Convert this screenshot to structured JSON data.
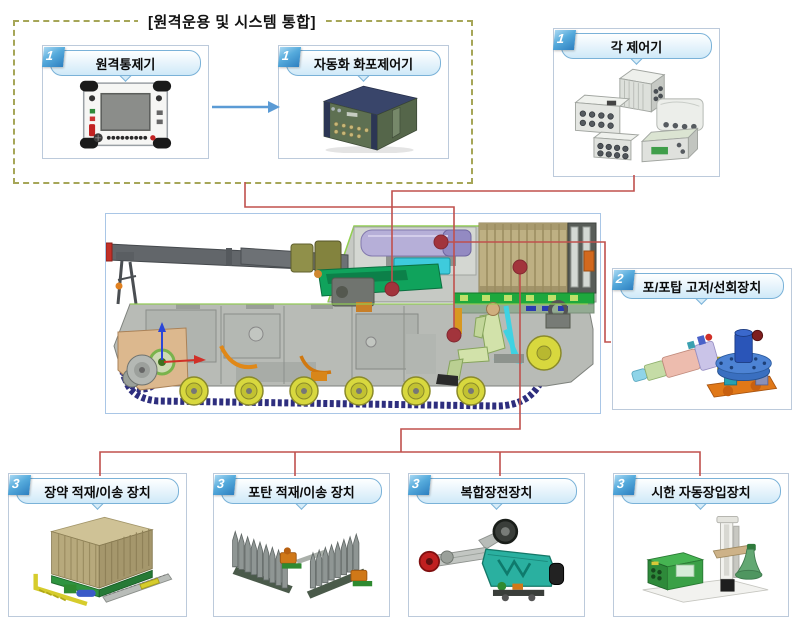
{
  "group_title": "[원격운용 및 시스템 통합]",
  "boxes": [
    {
      "badge": "1",
      "label": "원격통제기",
      "image": "rugged-control-tablet"
    },
    {
      "badge": "1",
      "label": "자동화 화포제어기",
      "image": "automated-gun-control-rack"
    },
    {
      "badge": "1",
      "label": "각 제어기",
      "image": "controller-unit-set"
    },
    {
      "badge": "2",
      "label": "포/포탑 고저/선회장치",
      "image": "elevation-traverse-drive"
    },
    {
      "badge": "3",
      "label": "장약 적재/이송 장치",
      "image": "charge-stowage-transfer"
    },
    {
      "badge": "3",
      "label": "포탄 적재/이송 장치",
      "image": "projectile-stowage-transfer"
    },
    {
      "badge": "3",
      "label": "복합장전장치",
      "image": "composite-rammer"
    },
    {
      "badge": "3",
      "label": "시한 자동장입장치",
      "image": "fuze-auto-setter"
    }
  ],
  "vehicle": {
    "name": "self-propelled-howitzer-cutaway"
  },
  "colors": {
    "connector_red": "#c0504d",
    "node_dot_red": "#a2343c",
    "arrow_blue": "#5b9bd5",
    "bubble_border": "#7ab2d8",
    "badge_blue": "#2d7fc0",
    "dashed_border": "#a6a658",
    "vehicle_frame": "#a9c6e6"
  }
}
